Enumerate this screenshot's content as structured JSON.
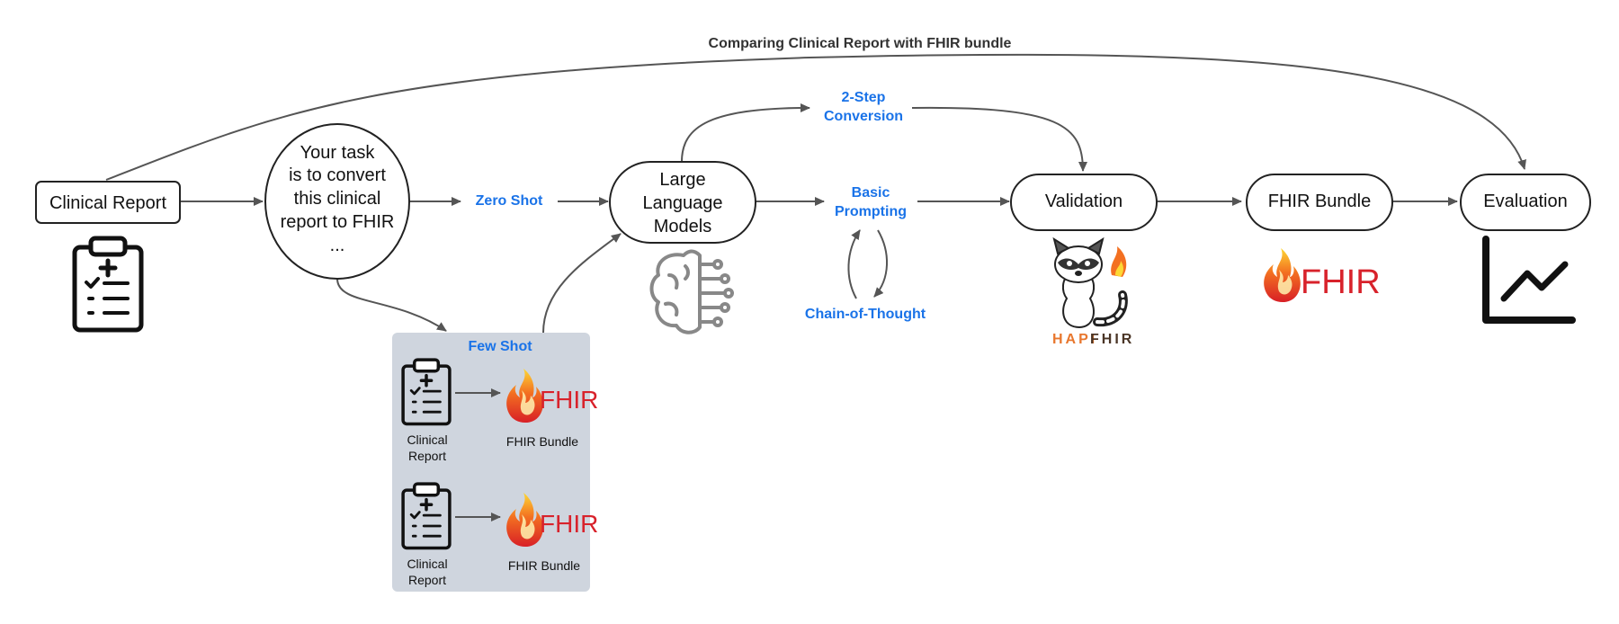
{
  "diagram": {
    "top_edge_label": "Comparing Clinical Report with FHIR bundle",
    "nodes": {
      "clinical_report": "Clinical Report",
      "prompt_lines": [
        "Your task",
        "is to convert",
        "this clinical",
        "report to FHIR",
        "..."
      ],
      "llm_lines": [
        "Large",
        "Language",
        "Models"
      ],
      "validation": "Validation",
      "fhir_bundle": "FHIR Bundle",
      "evaluation": "Evaluation"
    },
    "edge_labels": {
      "zero_shot": "Zero Shot",
      "two_step": [
        "2-Step",
        "Conversion"
      ],
      "basic_prompting": [
        "Basic",
        "Prompting"
      ],
      "chain_of_thought": "Chain-of-Thought"
    },
    "few_shot": {
      "title": "Few Shot",
      "examples": [
        {
          "report_label": [
            "Clinical",
            "Report"
          ],
          "bundle_label": "FHIR Bundle"
        },
        {
          "report_label": [
            "Clinical",
            "Report"
          ],
          "bundle_label": "FHIR Bundle"
        }
      ]
    },
    "logos": {
      "fhir": "FHIR",
      "hapi": "HAPI",
      "hapi_fhir": "FHIR"
    },
    "icons": [
      "clipboard-icon",
      "brain-circuit-icon",
      "raccoon-mascot-icon",
      "fhir-flame-logo",
      "line-chart-icon"
    ],
    "colors": {
      "label_blue": "#1a73e8",
      "few_shot_bg": "#cfd5de",
      "fhir_red": "#d8222b",
      "hapi_orange": "#e8772e"
    }
  }
}
